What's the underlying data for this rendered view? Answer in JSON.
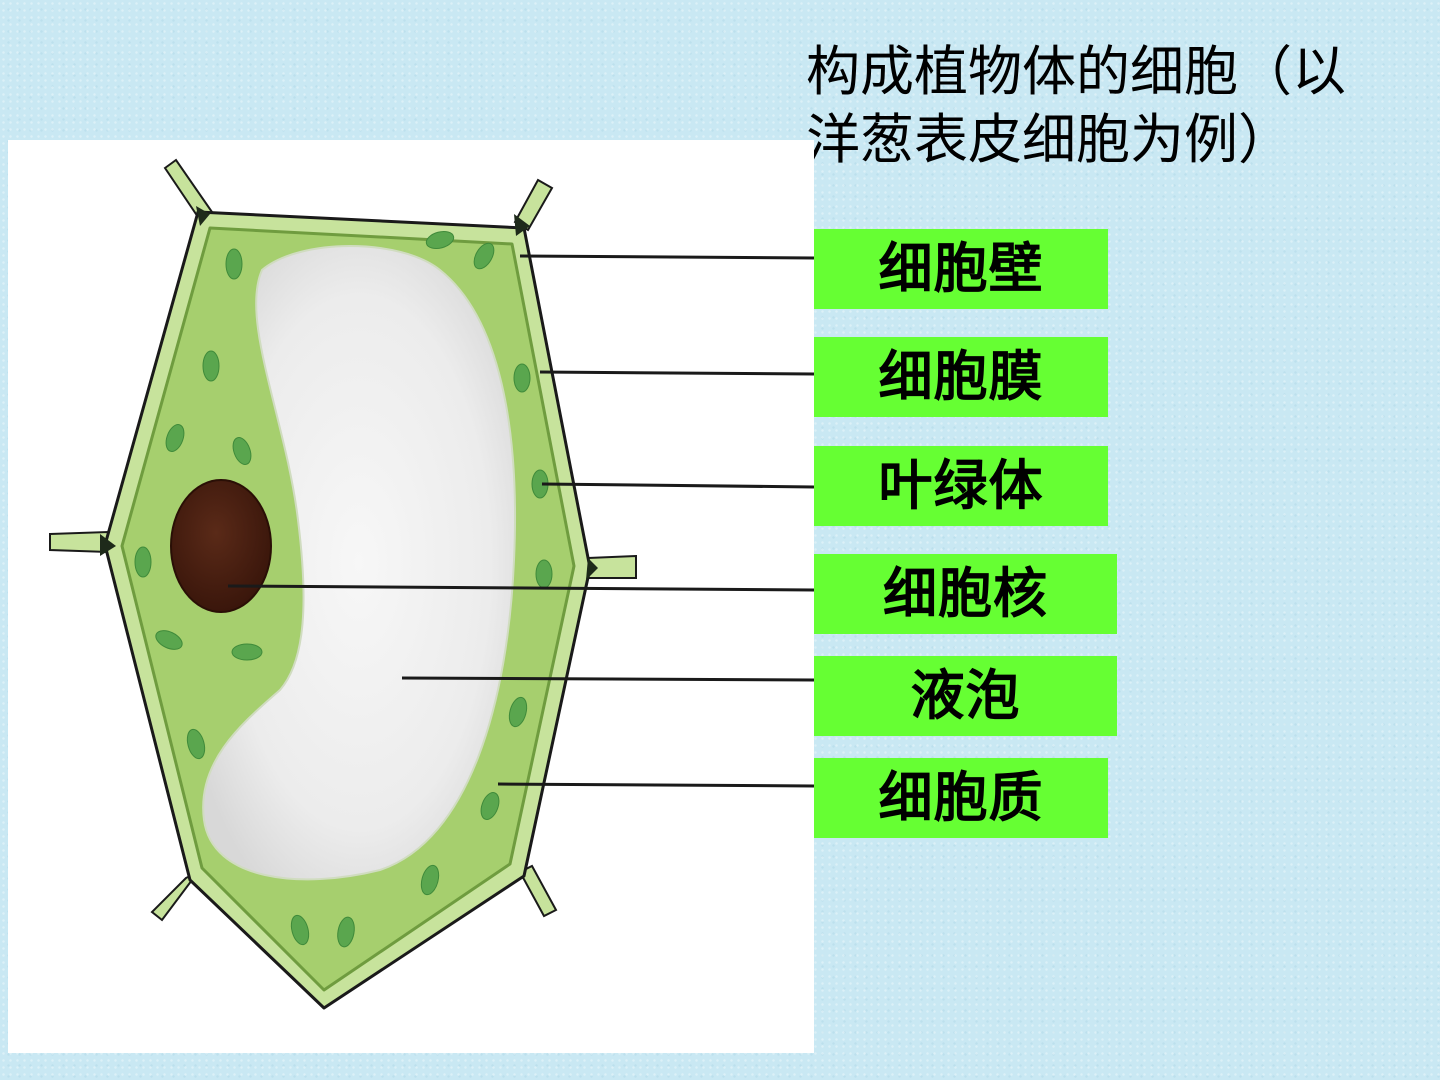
{
  "title": {
    "line1": "构成植物体的细胞（以",
    "line2": "洋葱表皮细胞为例）"
  },
  "labels": [
    {
      "id": "cell-wall",
      "text": "细胞壁"
    },
    {
      "id": "cell-membrane",
      "text": "细胞膜"
    },
    {
      "id": "chloroplast",
      "text": "叶绿体"
    },
    {
      "id": "nucleus",
      "text": "细胞核"
    },
    {
      "id": "vacuole",
      "text": "液泡"
    },
    {
      "id": "cytoplasm",
      "text": "细胞质"
    }
  ],
  "colors": {
    "background": "#c9e8f3",
    "label_fill": "#66ff33",
    "cytoplasm": "#a6cf6e",
    "cell_wall": "#c7e39c",
    "chloroplast": "#5aa64e",
    "nucleus": "#4a1f12",
    "vacuole": "#eeeeee"
  }
}
